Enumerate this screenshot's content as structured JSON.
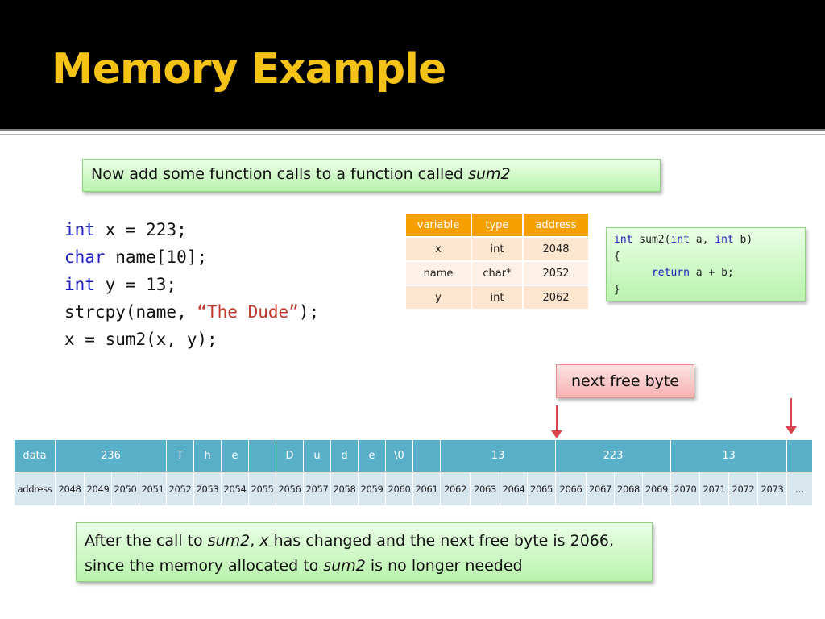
{
  "slide": {
    "title": "Memory Example",
    "note_top": {
      "text": "Now add some function calls to a function called ",
      "emphasis": "sum2"
    },
    "code_lines": [
      [
        {
          "t": "int",
          "k": "kw"
        },
        {
          "t": " x = 223;"
        }
      ],
      [
        {
          "t": "char",
          "k": "kw"
        },
        {
          "t": " name[10];"
        }
      ],
      [
        {
          "t": "int",
          "k": "kw"
        },
        {
          "t": " y = 13;"
        }
      ],
      [
        {
          "t": "strcpy(name, "
        },
        {
          "t": "“The Dude”",
          "k": "str"
        },
        {
          "t": ");"
        }
      ],
      [
        {
          "t": "x = sum2(x, y);"
        }
      ]
    ],
    "variable_table": {
      "headers": [
        "variable",
        "type",
        "address"
      ],
      "rows": [
        [
          "x",
          "int",
          "2048"
        ],
        [
          "name",
          "char*",
          "2052"
        ],
        [
          "y",
          "int",
          "2062"
        ]
      ]
    },
    "sum2_code_lines": [
      [
        {
          "t": "int",
          "k": "kw"
        },
        {
          "t": " sum2("
        },
        {
          "t": "int",
          "k": "kw"
        },
        {
          "t": " a, "
        },
        {
          "t": "int",
          "k": "kw"
        },
        {
          "t": " b)"
        }
      ],
      [
        {
          "t": "{"
        }
      ],
      [
        {
          "t": "      "
        },
        {
          "t": "return",
          "k": "kw"
        },
        {
          "t": " a + b;"
        }
      ],
      [
        {
          "t": "}"
        }
      ]
    ],
    "next_free_label": "next free byte",
    "memory_table": {
      "data_label": "data",
      "data_cells": [
        {
          "text": "236",
          "span": 4
        },
        {
          "text": "T",
          "span": 1
        },
        {
          "text": "h",
          "span": 1
        },
        {
          "text": "e",
          "span": 1
        },
        {
          "text": "",
          "span": 1
        },
        {
          "text": "D",
          "span": 1
        },
        {
          "text": "u",
          "span": 1
        },
        {
          "text": "d",
          "span": 1
        },
        {
          "text": "e",
          "span": 1
        },
        {
          "text": "\\0",
          "span": 1
        },
        {
          "text": "",
          "span": 1
        },
        {
          "text": "13",
          "span": 4
        },
        {
          "text": "223",
          "span": 4
        },
        {
          "text": "13",
          "span": 4
        },
        {
          "text": "",
          "span": 1
        }
      ],
      "address_label": "address",
      "addresses": [
        "2048",
        "2049",
        "2050",
        "2051",
        "2052",
        "2053",
        "2054",
        "2055",
        "2056",
        "2057",
        "2058",
        "2059",
        "2060",
        "2061",
        "2062",
        "2063",
        "2064",
        "2065",
        "2066",
        "2067",
        "2068",
        "2069",
        "2070",
        "2071",
        "2072",
        "2073",
        "…"
      ]
    },
    "note_bottom": [
      {
        "t": "After the call to "
      },
      {
        "t": "sum2",
        "k": "ital"
      },
      {
        "t": ", "
      },
      {
        "t": "x",
        "k": "ital"
      },
      {
        "t": " has changed and the next free byte is 2066, since the memory allocated to "
      },
      {
        "t": "sum2",
        "k": "ital"
      },
      {
        "t": " is no longer needed"
      }
    ],
    "colors": {
      "title": "#f5c217",
      "keyword": "#1f1fbf",
      "string": "#c0392b",
      "table_header": "#f5a000",
      "memory_row": "#5aafc8",
      "arrow": "#d9454a"
    }
  }
}
